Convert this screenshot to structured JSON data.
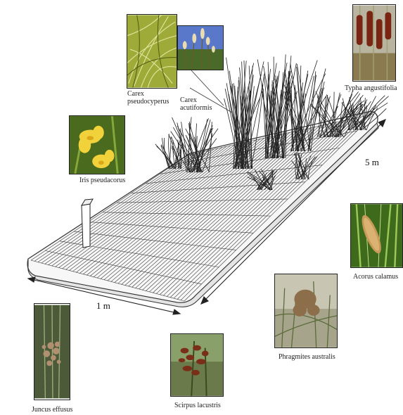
{
  "diagram": {
    "dimension_length": "5 m",
    "dimension_width": "1 m",
    "plants": [
      {
        "key": "carex_pseudocyperus",
        "caption_lines": [
          "Carex",
          "pseudocyperus"
        ]
      },
      {
        "key": "carex_acutiformis",
        "caption_lines": [
          "Carex",
          "acutiformis"
        ]
      },
      {
        "key": "typha_angustifolia",
        "caption_lines": [
          "Typha angustifolia"
        ]
      },
      {
        "key": "iris_pseudacorus",
        "caption_lines": [
          "Iris pseudacorus"
        ]
      },
      {
        "key": "acorus_calamus",
        "caption_lines": [
          "Acorus calamus"
        ]
      },
      {
        "key": "phragmites_australis",
        "caption_lines": [
          "Phragmites australis"
        ]
      },
      {
        "key": "juncus_effusus",
        "caption_lines": [
          "Juncus effusus"
        ]
      },
      {
        "key": "scirpus_lacustris",
        "caption_lines": [
          "Scirpus lacustris"
        ]
      }
    ]
  },
  "colors": {
    "grid_line": "#3a3a3a",
    "bed_fill": "#f7f7f7",
    "photo_border": "#222222"
  }
}
